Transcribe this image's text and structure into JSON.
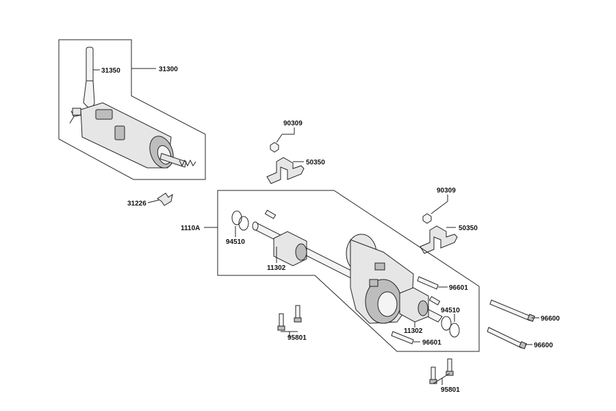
{
  "callouts": {
    "starter_assembly": "31300",
    "starter_lever": "31350",
    "starter_clip": "31226",
    "nut_upper": "90309",
    "bracket_upper": "50350",
    "nut_right": "90309",
    "bracket_right": "50350",
    "shaft_assembly": "1110A",
    "snap_ring_left": "94510",
    "bushing_left": "11302",
    "pin_upper": "96601",
    "snap_ring_right": "94510",
    "bushing_right": "11302",
    "pin_lower": "96601",
    "bolts_left": "95801",
    "long_bolt_upper": "96600",
    "long_bolt_lower": "96600",
    "bolts_bottom": "95801"
  }
}
